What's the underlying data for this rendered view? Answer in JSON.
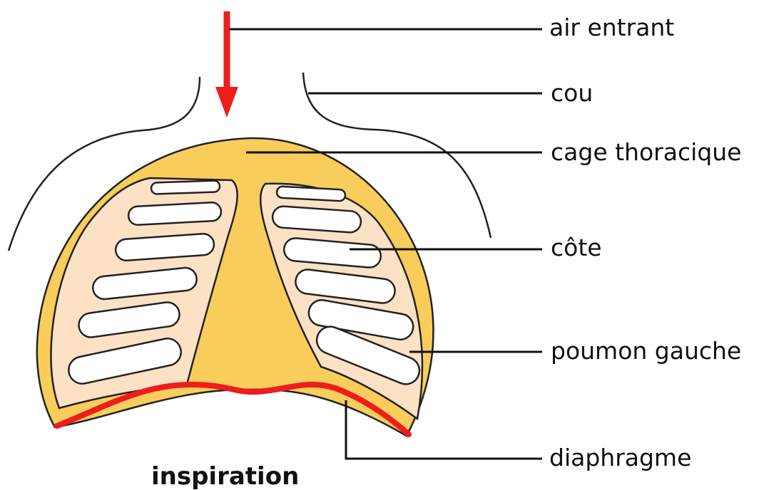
{
  "labels": {
    "incoming_air": "air entrant",
    "neck": "cou",
    "rib_cage": "cage thoracique",
    "rib": "côte",
    "left_lung": "poumon gauche",
    "diaphragm": "diaphragme"
  },
  "caption": "inspiration",
  "colors": {
    "rib_cage_fill": "#f8cd5b",
    "lung_fill": "#fce1c4",
    "diaphragm_and_arrow": "#ee1d1d",
    "outline": "#222222"
  }
}
